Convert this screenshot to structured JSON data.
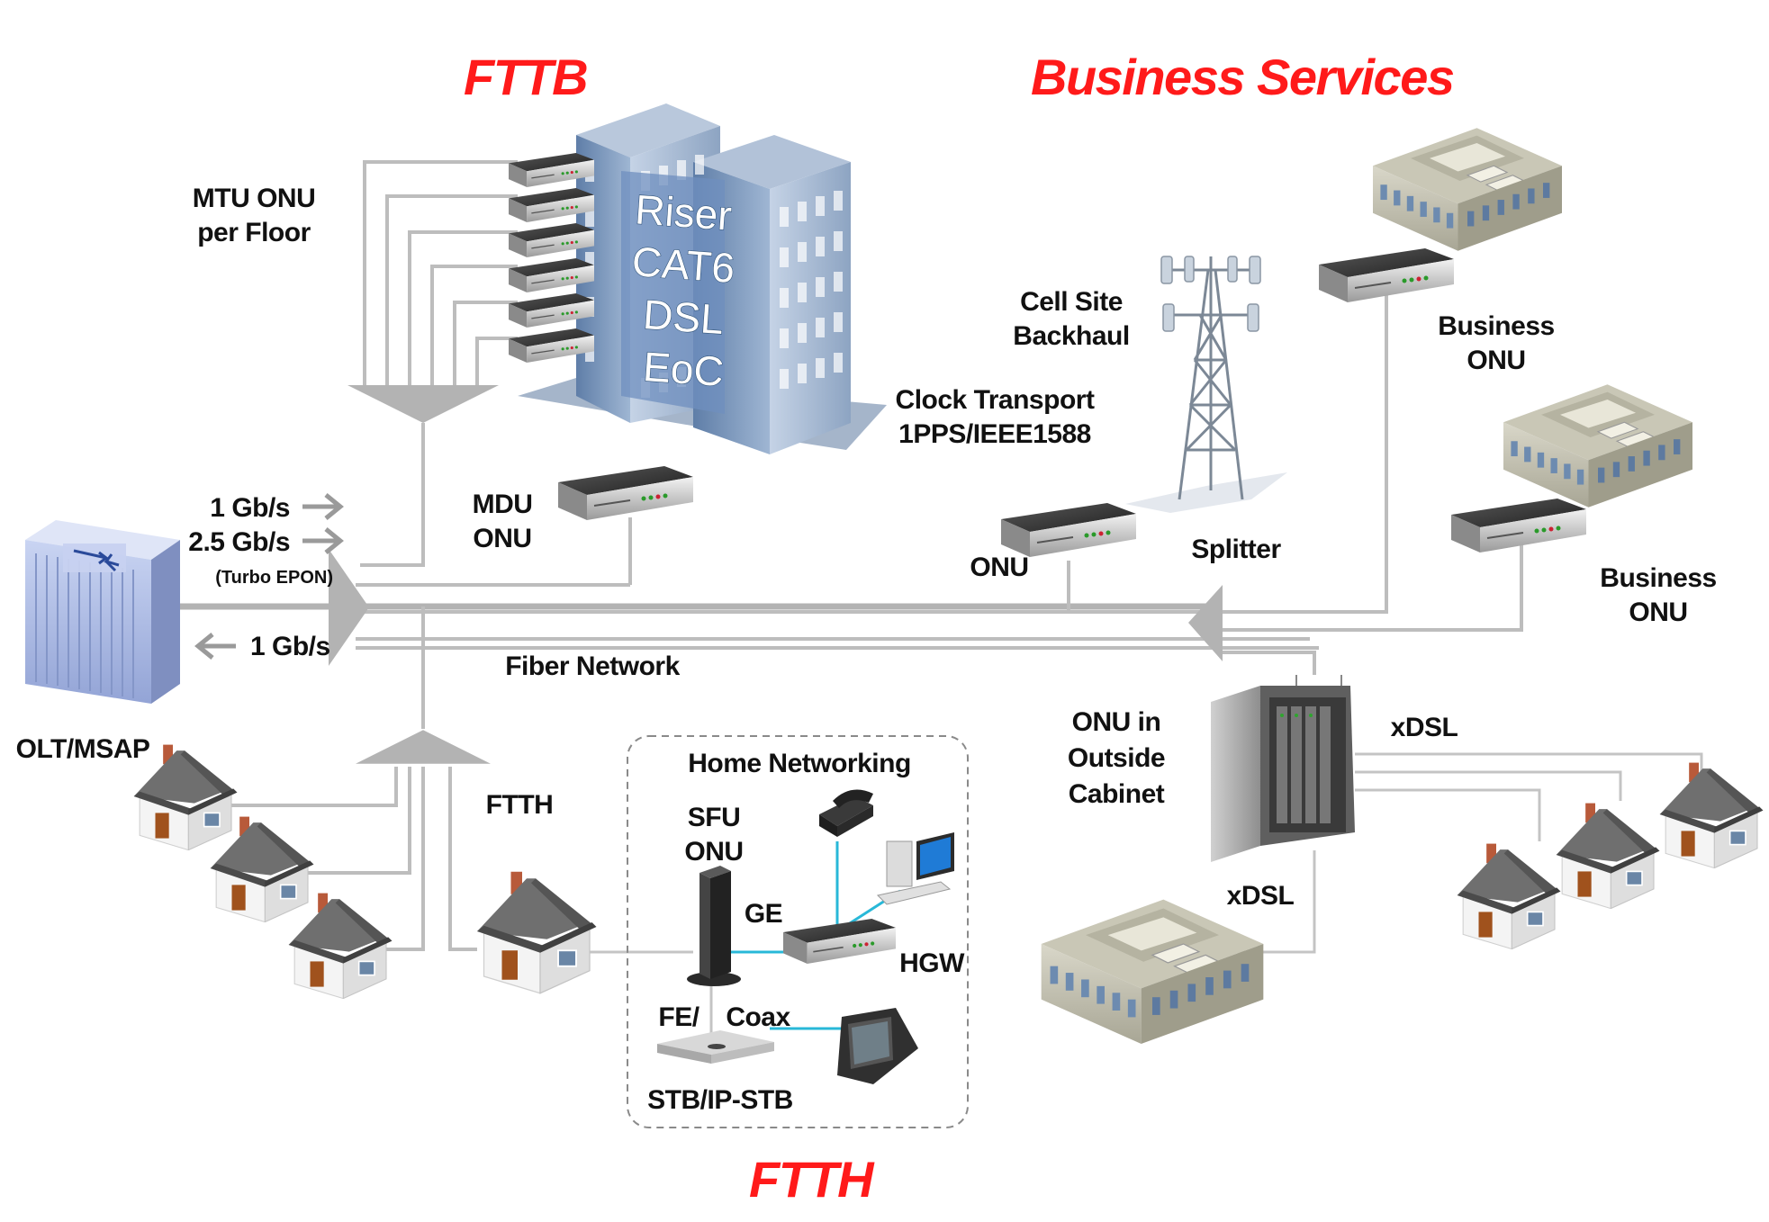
{
  "titles": {
    "fttb": "FTTB",
    "business": "Business Services",
    "ftth": "FTTH"
  },
  "labels": {
    "mtu_onu_line1": "MTU ONU",
    "mtu_onu_line2": "per Floor",
    "riser_line1": "Riser",
    "riser_line2": "CAT6",
    "riser_line3": "DSL",
    "riser_line4": "EoC",
    "mdu_onu_line1": "MDU",
    "mdu_onu_line2": "ONU",
    "cell_site_line1": "Cell Site",
    "cell_site_line2": "Backhaul",
    "clock_line1": "Clock Transport",
    "clock_line2": "1PPS/IEEE1588",
    "onu": "ONU",
    "splitter": "Splitter",
    "business_onu_1_line1": "Business",
    "business_onu_1_line2": "ONU",
    "business_onu_2_line1": "Business",
    "business_onu_2_line2": "ONU",
    "speed_down_1": "1 Gb/s",
    "speed_down_2": "2.5 Gb/s",
    "turbo_epon": "(Turbo EPON)",
    "speed_up": "1 Gb/s",
    "fiber_network": "Fiber Network",
    "olt_msap": "OLT/MSAP",
    "ftth_small": "FTTH",
    "home_networking": "Home Networking",
    "sfu_onu_line1": "SFU",
    "sfu_onu_line2": "ONU",
    "ge": "GE",
    "hgw": "HGW",
    "fe": "FE/",
    "coax": "Coax",
    "stb": "STB/IP-STB",
    "onu_cabinet_line1": "ONU in",
    "onu_cabinet_line2": "Outside",
    "onu_cabinet_line3": "Cabinet",
    "xdsl_top": "xDSL",
    "xdsl_bottom": "xDSL"
  },
  "icons": [
    "olt-chassis-icon",
    "office-tower-icon",
    "cell-tower-icon",
    "onu-box-icon",
    "house-icon",
    "business-building-icon",
    "outdoor-cabinet-icon",
    "telephone-icon",
    "desktop-computer-icon",
    "set-top-box-icon",
    "tv-icon",
    "splitter-icon",
    "arrow-right-icon",
    "arrow-left-icon"
  ],
  "colors": {
    "title_red": "#ff1a1a",
    "fiber_gray": "#bdbdbd",
    "home_link_cyan": "#28b8d8",
    "olt_blue": "#b9c7ec"
  }
}
